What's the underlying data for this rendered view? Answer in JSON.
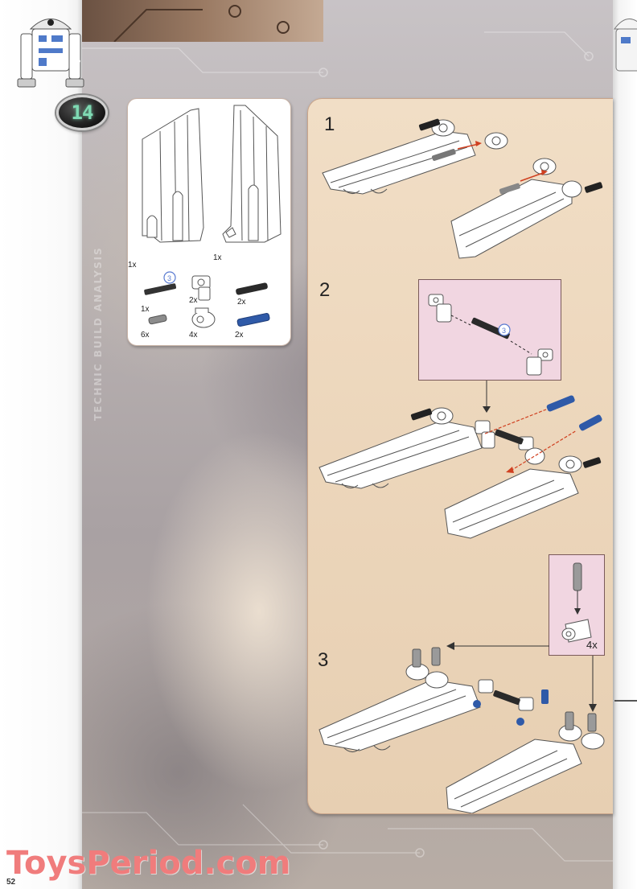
{
  "page": {
    "step_badge": "14",
    "vertical_label": "TECHNIC BUILD ANALYSIS",
    "page_number": "52",
    "watermark": "ToysPeriod.com"
  },
  "parts_list": {
    "items": [
      {
        "name": "left-panel",
        "qty": "1x"
      },
      {
        "name": "right-panel",
        "qty": "1x"
      },
      {
        "name": "axle-3",
        "qty": "1x",
        "callout": "3"
      },
      {
        "name": "angle-connector",
        "qty": "2x"
      },
      {
        "name": "black-pin",
        "qty": "2x"
      },
      {
        "name": "grey-pin",
        "qty": "6x"
      },
      {
        "name": "pin-connector",
        "qty": "4x"
      },
      {
        "name": "blue-pin",
        "qty": "2x"
      }
    ]
  },
  "steps": [
    {
      "number": "1"
    },
    {
      "number": "2",
      "callout_axle": "3"
    },
    {
      "number": "3",
      "callout_qty": "4x"
    }
  ],
  "colors": {
    "instruction_bg": "#ecd6bb",
    "callout_bg": "#f1d6e1",
    "badge_text": "#7fd9b3",
    "watermark": "#f07c7c",
    "arrow": "#d04020",
    "pin_blue": "#2f5aa8"
  }
}
